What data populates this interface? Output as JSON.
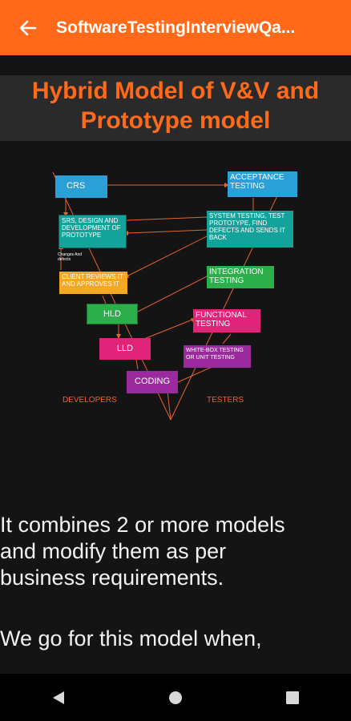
{
  "app_bar": {
    "title": "SoftwareTestingInterviewQa...",
    "back_icon": "back-arrow-icon"
  },
  "heading": {
    "line1": "Hybrid Model of V&V and",
    "line2": "Prototype model"
  },
  "diagram": {
    "boxes": {
      "crs": "CRS",
      "acceptance": "ACCEPTANCE TESTING",
      "srs": "SRS, DESIGN AND DEVELOPMENT OF PROTOTYPE",
      "system": "SYSTEM TESTING, TEST PROTOTYPE, FIND DEFECTS AND SENDS IT BACK",
      "client": "CLIENT REVIEWS IT AND APPROVES IT",
      "integration": "INTEGRATION TESTING",
      "hld": "HLD",
      "functional": "FUNCTIONAL TESTING",
      "lld": "LLD",
      "whitebox": "WHITE-BOX TESTING OR UNIT TESTING",
      "coding": "CODING"
    },
    "side_note": "Changes And defects",
    "labels": {
      "developers": "DEVELOPERS",
      "testers": "TESTERS"
    },
    "colors": {
      "crs": "#2a9fd8",
      "acceptance": "#2a9fd8",
      "srs": "#13a39a",
      "system": "#13a39a",
      "client": "#f5a623",
      "integration": "#2cae4a",
      "hld": "#2cae4a",
      "functional": "#e0247a",
      "lld": "#e0247a",
      "whitebox": "#9b2a9e",
      "coding": "#9b2a9e",
      "arrows": "#e8622a",
      "labels": "#e8622a"
    }
  },
  "body_text": {
    "p1_line1": "It combines 2 or more models",
    "p1_line2": "and modify them as per",
    "p1_line3": "business requirements.",
    "p2_line1": "We go for this model when,"
  },
  "nav_bar": {
    "back_icon": "nav-back-triangle-icon",
    "home_icon": "nav-home-circle-icon",
    "recents_icon": "nav-recents-square-icon"
  }
}
